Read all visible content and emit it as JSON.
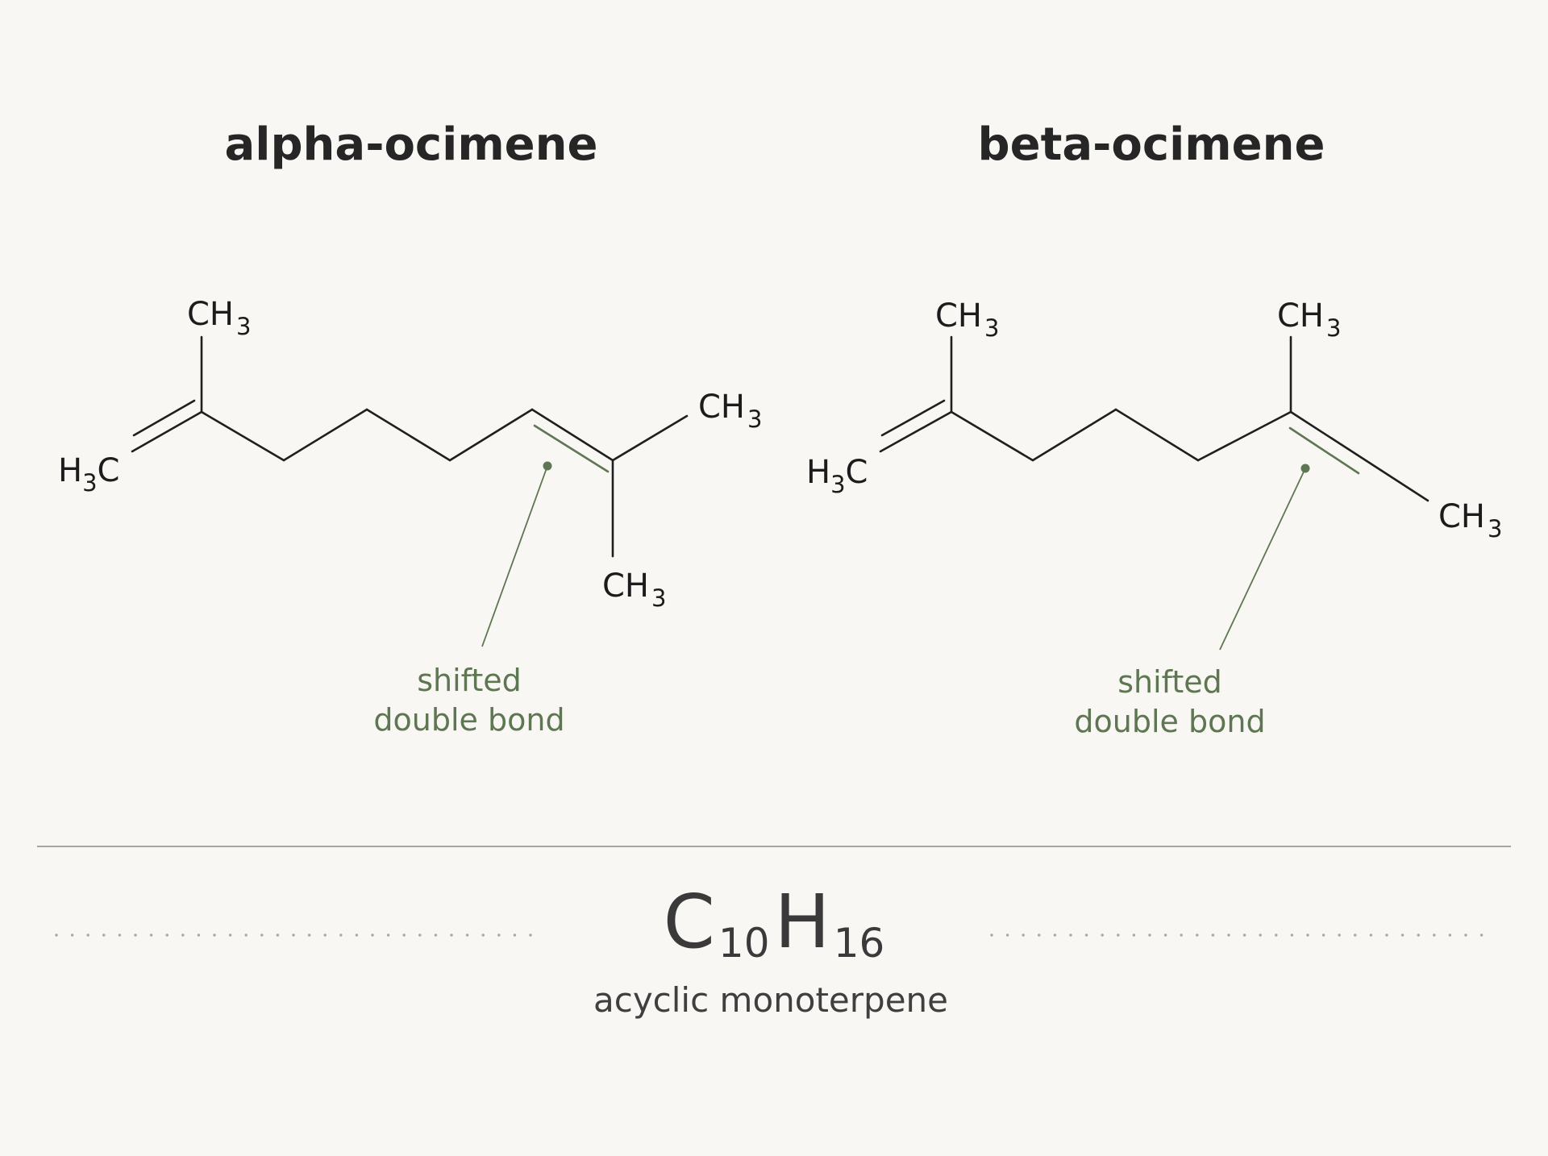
{
  "structures": [
    {
      "name": "alpha-ocimene",
      "note_lines": [
        "shifted",
        "double bond"
      ],
      "labels": [
        "CH",
        "3",
        "H",
        "3",
        "C",
        "CH",
        "3",
        "CH",
        "3"
      ]
    },
    {
      "name": "beta-ocimene",
      "note_lines": [
        "shifted",
        "double bond"
      ],
      "labels": [
        "CH",
        "3",
        "H",
        "3",
        "C",
        "CH",
        "3",
        "CH",
        "3"
      ]
    }
  ],
  "formula": {
    "c": "C",
    "c_count": "10",
    "h": "H",
    "h_count": "16"
  },
  "caption": "acyclic monoterpene",
  "colors": {
    "background": "#f9f7f4",
    "bond": "#1f1f1f",
    "highlight": "#5e7651",
    "divider": "#8a8a8a"
  }
}
